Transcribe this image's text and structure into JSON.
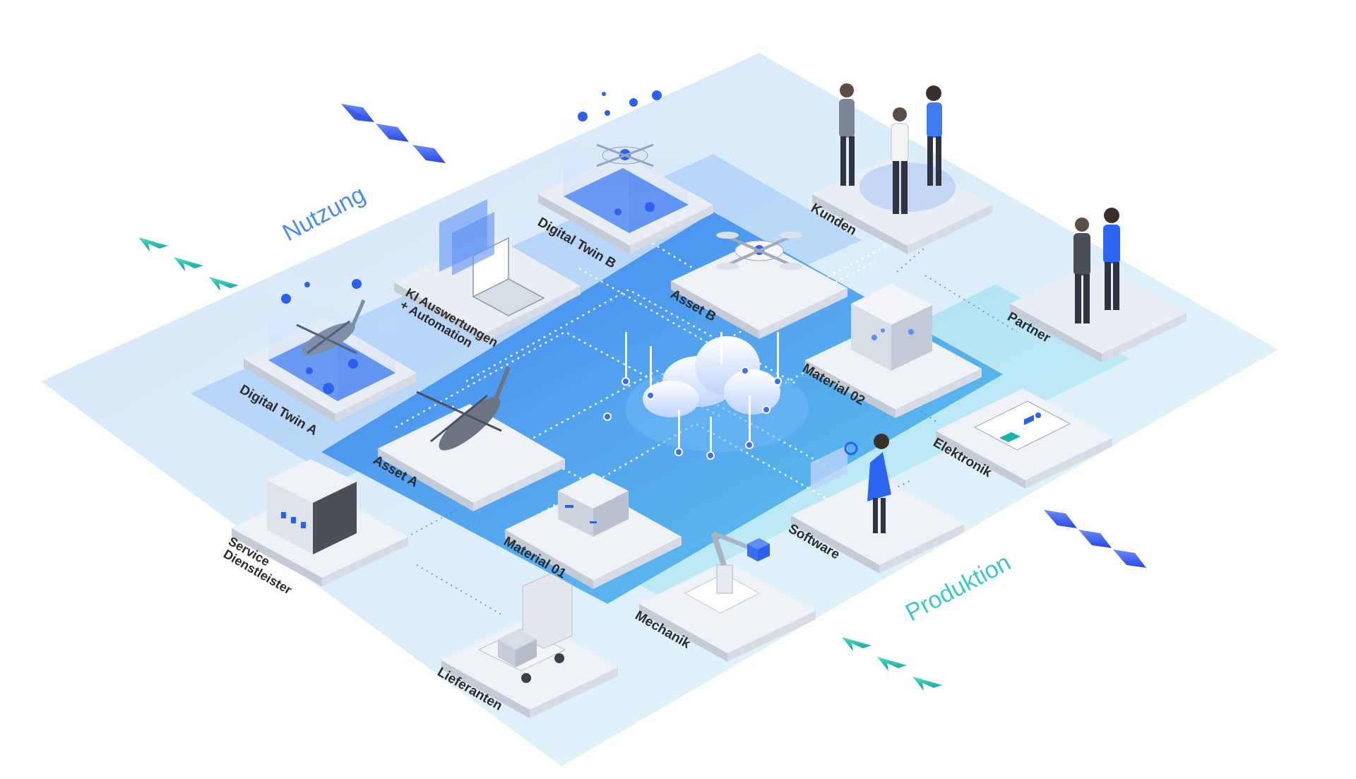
{
  "zones": {
    "usage": "Nutzung",
    "production": "Produktion"
  },
  "tiles": {
    "digital_twin_a": "Digital Twin A",
    "ki_line1": "KI Auswertungen",
    "ki_line2": "+ Automation",
    "digital_twin_b": "Digital Twin B",
    "kunden": "Kunden",
    "partner": "Partner",
    "asset_b": "Asset B",
    "material_02": "Material 02",
    "asset_a": "Asset A",
    "material_01": "Material 01",
    "elektronik": "Elektronik",
    "software": "Software",
    "mechanik": "Mechanik",
    "service_line1": "Service",
    "service_line2": "Dienstleister",
    "lieferanten": "Lieferanten"
  },
  "icons": {
    "center": "cloud-icon",
    "arrows_usage_in": "chevron-right-icon",
    "arrows_usage_out": "chevron-left-icon",
    "arrows_production_in": "chevron-right-icon",
    "arrows_production_out": "chevron-left-icon"
  },
  "colors": {
    "platform": "#dbe9fb",
    "inner_platform": "#5aaeee",
    "core": "#3f8ef0",
    "tile_top": "#eef2f7",
    "tile_side": "#c7ced8",
    "accent_blue": "#2d5ff0",
    "accent_teal": "#16b7a8",
    "usage_text": "#4a8df0",
    "production_text": "#3ec8c4"
  }
}
